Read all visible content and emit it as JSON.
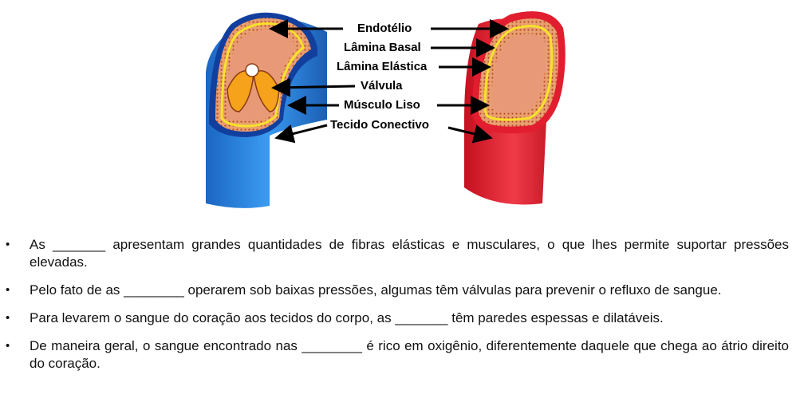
{
  "diagram": {
    "labels": [
      "Endotélio",
      "Lâmina Basal",
      "Lâmina Elástica",
      "Válvula",
      "Músculo Liso",
      "Tecido Conectivo"
    ],
    "colors": {
      "vein_outer": "#1f7bd6",
      "vein_border": "#123f9e",
      "artery_outer": "#e11d2f",
      "lumen": "#e89a78",
      "muscle_pattern": "#c85a2a",
      "elastic_line": "#f7e22a",
      "valve": "#f6a21a"
    }
  },
  "statements": [
    {
      "bullet": "•",
      "text": "As _______ apresentam grandes quantidades de fibras elásticas e musculares, o que lhes permite suportar pressões elevadas."
    },
    {
      "bullet": "•",
      "text": "Pelo fato de as ________ operarem sob baixas pressões, algumas têm válvulas para prevenir o refluxo de sangue."
    },
    {
      "bullet": "•",
      "text": "Para levarem o sangue do coração aos tecidos do corpo, as _______ têm paredes espessas e dilatáveis."
    },
    {
      "bullet": "•",
      "text": "De maneira geral, o sangue encontrado nas ________ é rico em oxigênio, diferentemente daquele que chega ao átrio direito do coração."
    }
  ]
}
